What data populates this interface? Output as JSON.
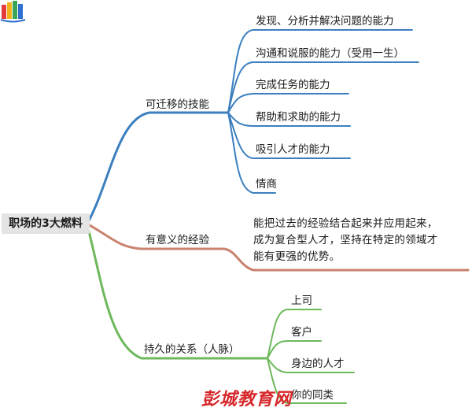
{
  "root": {
    "label": "职场的3大燃料"
  },
  "branches": [
    {
      "label": "可迁移的技能",
      "color": "#3b7fbf",
      "children": [
        "发现、分析并解决问题的能力",
        "沟通和说服的能力（受用一生）",
        "完成任务的能力",
        "帮助和求助的能力",
        "吸引人才的能力",
        "情商"
      ]
    },
    {
      "label": "有意义的经验",
      "color": "#c9826e",
      "description": [
        "能把过去的经验结合起来并应用起来，",
        "成为复合型人才，坚持在特定的领域才",
        "能有更强的优势。"
      ]
    },
    {
      "label": "持久的关系（人脉）",
      "color": "#6db85b",
      "children": [
        "上司",
        "客户",
        "身边的人才",
        "你的同类"
      ]
    }
  ],
  "watermark": {
    "text": "彭城教育网",
    "icon": "book-logo-icon"
  }
}
